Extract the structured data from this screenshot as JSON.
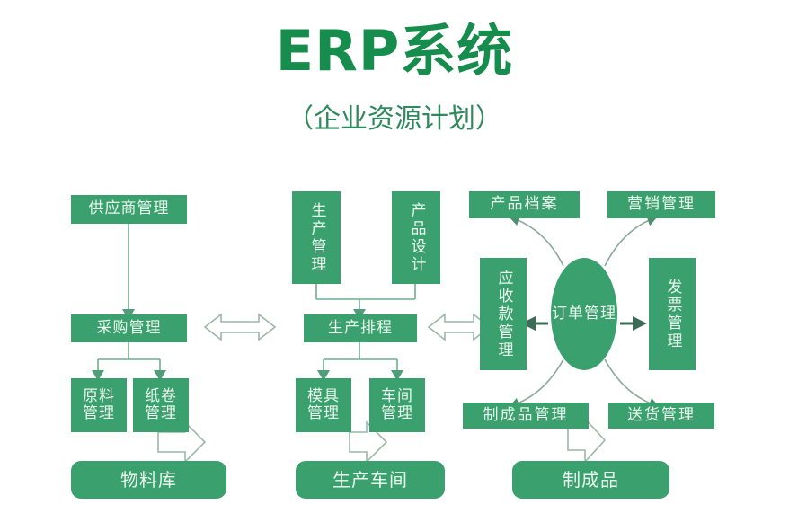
{
  "header": {
    "title": "ERP系统",
    "subtitle": "（企业资源计划）",
    "title_color": "#168d4c",
    "subtitle_color": "#2e8a5c"
  },
  "theme": {
    "box_fill": "#3aa06d",
    "box_text": "#eaf7ef",
    "line_color": "#6fae90",
    "hollow_arrow_stroke": "#9ab6a9",
    "background": "#ffffff"
  },
  "diagram": {
    "type": "flowchart",
    "columns": [
      {
        "name": "procurement",
        "nodes": [
          {
            "id": "supplier-mgmt",
            "label": "供应商管理",
            "shape": "rect"
          },
          {
            "id": "purchase-mgmt",
            "label": "采购管理",
            "shape": "rect"
          },
          {
            "id": "raw-material-mgmt",
            "label": "原料\n管理",
            "shape": "rect"
          },
          {
            "id": "paper-roll-mgmt",
            "label": "纸卷\n管理",
            "shape": "rect"
          },
          {
            "id": "material-warehouse",
            "label": "物料库",
            "shape": "rounded"
          }
        ]
      },
      {
        "name": "production",
        "nodes": [
          {
            "id": "production-mgmt",
            "label": "生产管理",
            "shape": "rect-vertical"
          },
          {
            "id": "product-design",
            "label": "产品设计",
            "shape": "rect-vertical"
          },
          {
            "id": "production-schedule",
            "label": "生产排程",
            "shape": "rect"
          },
          {
            "id": "mould-mgmt",
            "label": "模具\n管理",
            "shape": "rect"
          },
          {
            "id": "workshop-mgmt",
            "label": "车间\n管理",
            "shape": "rect"
          },
          {
            "id": "production-workshop",
            "label": "生产车间",
            "shape": "rounded"
          }
        ]
      },
      {
        "name": "sales",
        "nodes": [
          {
            "id": "product-archive",
            "label": "产品档案",
            "shape": "rect"
          },
          {
            "id": "marketing-mgmt",
            "label": "营销管理",
            "shape": "rect"
          },
          {
            "id": "receivables-mgmt",
            "label": "应收款管理",
            "shape": "rect-vertical"
          },
          {
            "id": "order-mgmt",
            "label": "订单管理",
            "shape": "ellipse"
          },
          {
            "id": "invoice-mgmt",
            "label": "发票管理",
            "shape": "rect-vertical"
          },
          {
            "id": "finished-goods-mgmt",
            "label": "制成品管理",
            "shape": "rect"
          },
          {
            "id": "delivery-mgmt",
            "label": "送货管理",
            "shape": "rect"
          },
          {
            "id": "finished-goods",
            "label": "制成品",
            "shape": "rounded"
          }
        ]
      }
    ],
    "connections": [
      {
        "from": "supplier-mgmt",
        "to": "purchase-mgmt",
        "style": "solid-arrow-down"
      },
      {
        "from": "purchase-mgmt",
        "to": "raw-material-mgmt",
        "style": "solid-arrow-down"
      },
      {
        "from": "purchase-mgmt",
        "to": "paper-roll-mgmt",
        "style": "solid-arrow-down"
      },
      {
        "from": "raw-material-mgmt",
        "to": "material-warehouse",
        "style": "block-arrow-down"
      },
      {
        "from": "production-mgmt",
        "to": "production-schedule",
        "style": "solid-arrow-down"
      },
      {
        "from": "product-design",
        "to": "production-schedule",
        "style": "solid-arrow-down"
      },
      {
        "from": "production-schedule",
        "to": "mould-mgmt",
        "style": "solid-arrow-down"
      },
      {
        "from": "production-schedule",
        "to": "workshop-mgmt",
        "style": "solid-arrow-down"
      },
      {
        "from": "mould-mgmt",
        "to": "production-workshop",
        "style": "block-arrow-down"
      },
      {
        "from": "purchase-mgmt",
        "to": "production-schedule",
        "style": "block-arrow-double"
      },
      {
        "from": "production-schedule",
        "to": "receivables-mgmt",
        "style": "block-arrow-double"
      },
      {
        "from": "order-mgmt",
        "to": "receivables-mgmt",
        "style": "solid-arrow-left"
      },
      {
        "from": "order-mgmt",
        "to": "invoice-mgmt",
        "style": "solid-arrow-right"
      },
      {
        "from": "order-mgmt",
        "to": "product-archive",
        "style": "curved-arrow"
      },
      {
        "from": "order-mgmt",
        "to": "marketing-mgmt",
        "style": "curved-arrow"
      },
      {
        "from": "order-mgmt",
        "to": "finished-goods-mgmt",
        "style": "curved-arrow"
      },
      {
        "from": "order-mgmt",
        "to": "delivery-mgmt",
        "style": "curved-arrow"
      },
      {
        "from": "finished-goods-mgmt",
        "to": "finished-goods",
        "style": "block-arrow-down"
      }
    ]
  }
}
